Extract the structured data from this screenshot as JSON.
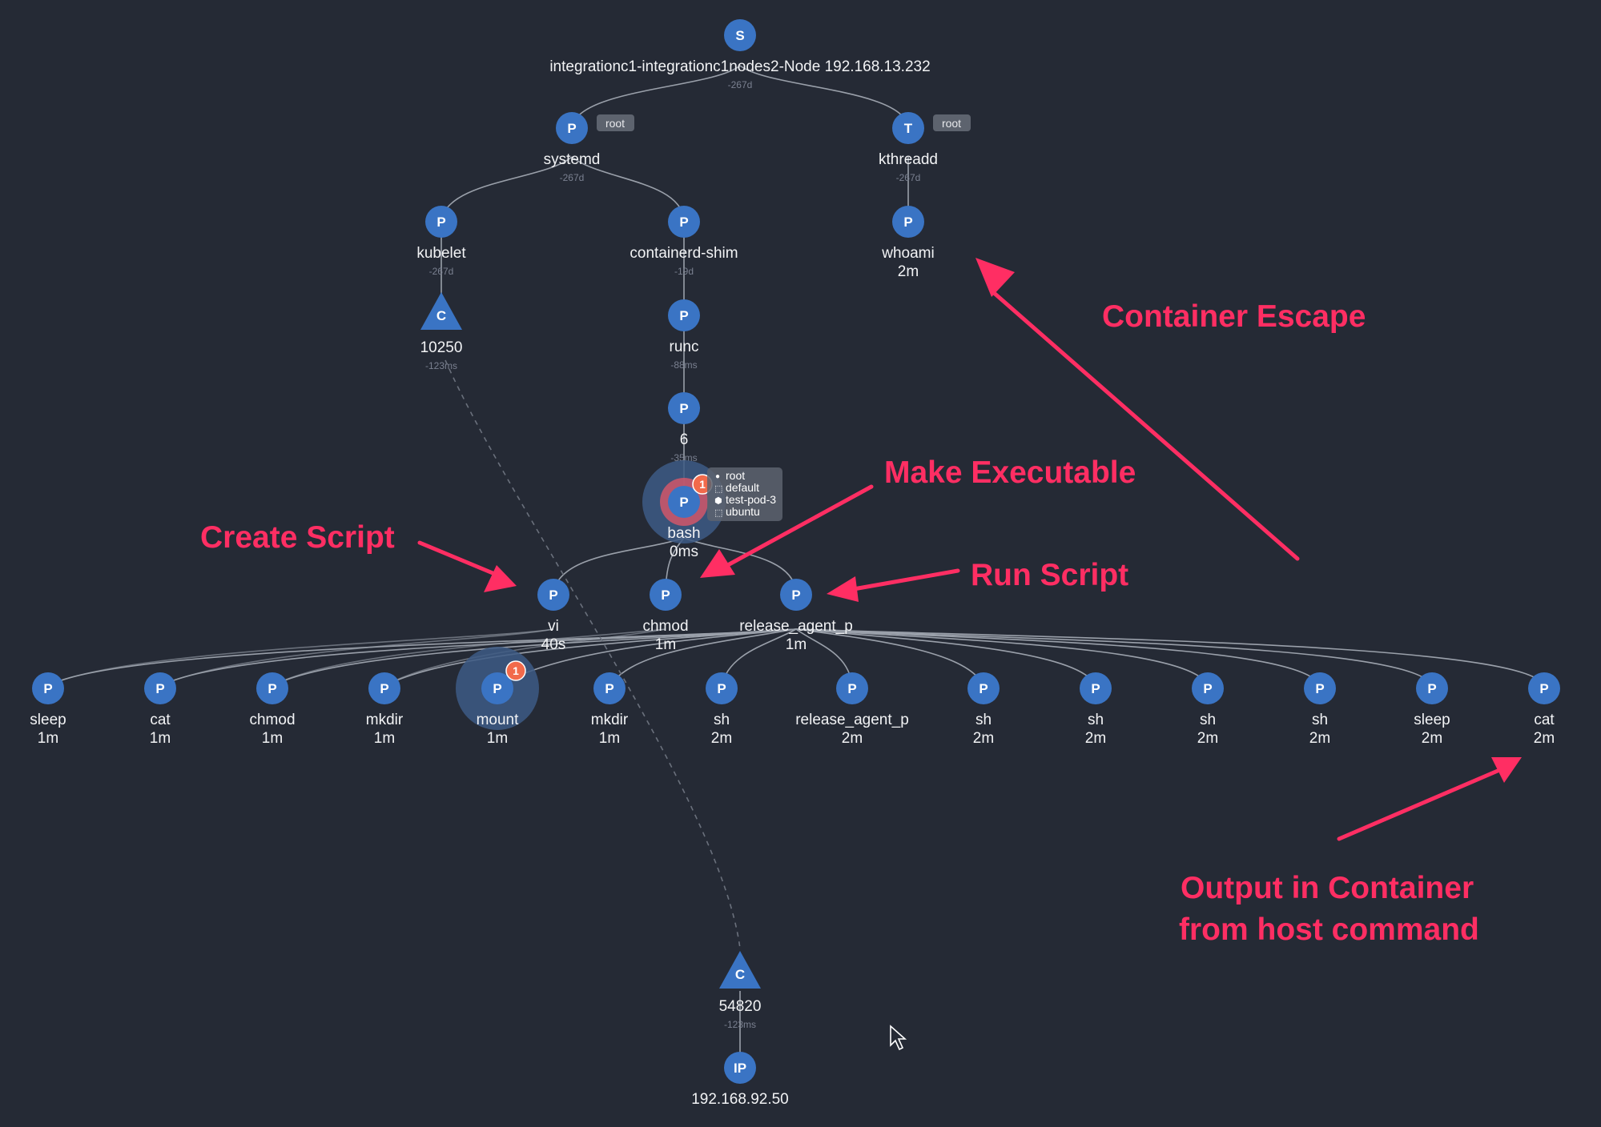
{
  "colors": {
    "background": "#252a35",
    "node": "#3a74c4",
    "edge": "#9aa0aa",
    "annotation": "#ff2e63",
    "badge": "#f26a4b",
    "halo": "#3d5a85",
    "tag": "#5d636e"
  },
  "tooltip": {
    "user": "root",
    "namespace": "default",
    "pod": "test-pod-3",
    "image": "ubuntu"
  },
  "nodes": {
    "s": {
      "glyph": "S",
      "label": "integrationc1-integrationc1nodes2-Node 192.168.13.232",
      "time": "-267d"
    },
    "systemd": {
      "glyph": "P",
      "label": "systemd",
      "time": "-267d",
      "tag": "root"
    },
    "kthreadd": {
      "glyph": "T",
      "label": "kthreadd",
      "time": "-267d",
      "tag": "root"
    },
    "kubelet": {
      "glyph": "P",
      "label": "kubelet",
      "time": "-267d"
    },
    "containerd": {
      "glyph": "P",
      "label": "containerd-shim",
      "time": "-19d"
    },
    "whoami": {
      "glyph": "P",
      "label": "whoami",
      "duration": "2m"
    },
    "conn10250": {
      "glyph": "C",
      "label": "10250",
      "time": "-123ms"
    },
    "runc": {
      "glyph": "P",
      "label": "runc",
      "time": "-88ms"
    },
    "six": {
      "glyph": "P",
      "label": "6",
      "time": "-35ms"
    },
    "bash": {
      "glyph": "P",
      "label": "bash",
      "duration": "0ms",
      "badge": "1"
    },
    "vi": {
      "glyph": "P",
      "label": "vi",
      "duration": "40s"
    },
    "chmod1": {
      "glyph": "P",
      "label": "chmod",
      "duration": "1m"
    },
    "release": {
      "glyph": "P",
      "label": "release_agent_p",
      "duration": "1m"
    },
    "c_sleep1": {
      "glyph": "P",
      "label": "sleep",
      "duration": "1m"
    },
    "c_cat1": {
      "glyph": "P",
      "label": "cat",
      "duration": "1m"
    },
    "c_chmod": {
      "glyph": "P",
      "label": "chmod",
      "duration": "1m"
    },
    "c_mkdir1": {
      "glyph": "P",
      "label": "mkdir",
      "duration": "1m"
    },
    "c_mount": {
      "glyph": "P",
      "label": "mount",
      "duration": "1m",
      "badge": "1"
    },
    "c_mkdir2": {
      "glyph": "P",
      "label": "mkdir",
      "duration": "1m"
    },
    "c_sh1": {
      "glyph": "P",
      "label": "sh",
      "duration": "2m"
    },
    "c_release": {
      "glyph": "P",
      "label": "release_agent_p",
      "duration": "2m"
    },
    "c_sh2": {
      "glyph": "P",
      "label": "sh",
      "duration": "2m"
    },
    "c_sh3": {
      "glyph": "P",
      "label": "sh",
      "duration": "2m"
    },
    "c_sh4": {
      "glyph": "P",
      "label": "sh",
      "duration": "2m"
    },
    "c_sh5": {
      "glyph": "P",
      "label": "sh",
      "duration": "2m"
    },
    "c_sleep2": {
      "glyph": "P",
      "label": "sleep",
      "duration": "2m"
    },
    "c_cat2": {
      "glyph": "P",
      "label": "cat",
      "duration": "2m"
    },
    "conn54820": {
      "glyph": "C",
      "label": "54820",
      "time": "-123ms"
    },
    "ip": {
      "glyph": "IP",
      "label": "192.168.92.50"
    }
  },
  "annotations": {
    "escape": "Container Escape",
    "make_exec": "Make Executable",
    "create": "Create Script",
    "run": "Run Script",
    "output_1": "Output in Container",
    "output_2": "from host command"
  }
}
